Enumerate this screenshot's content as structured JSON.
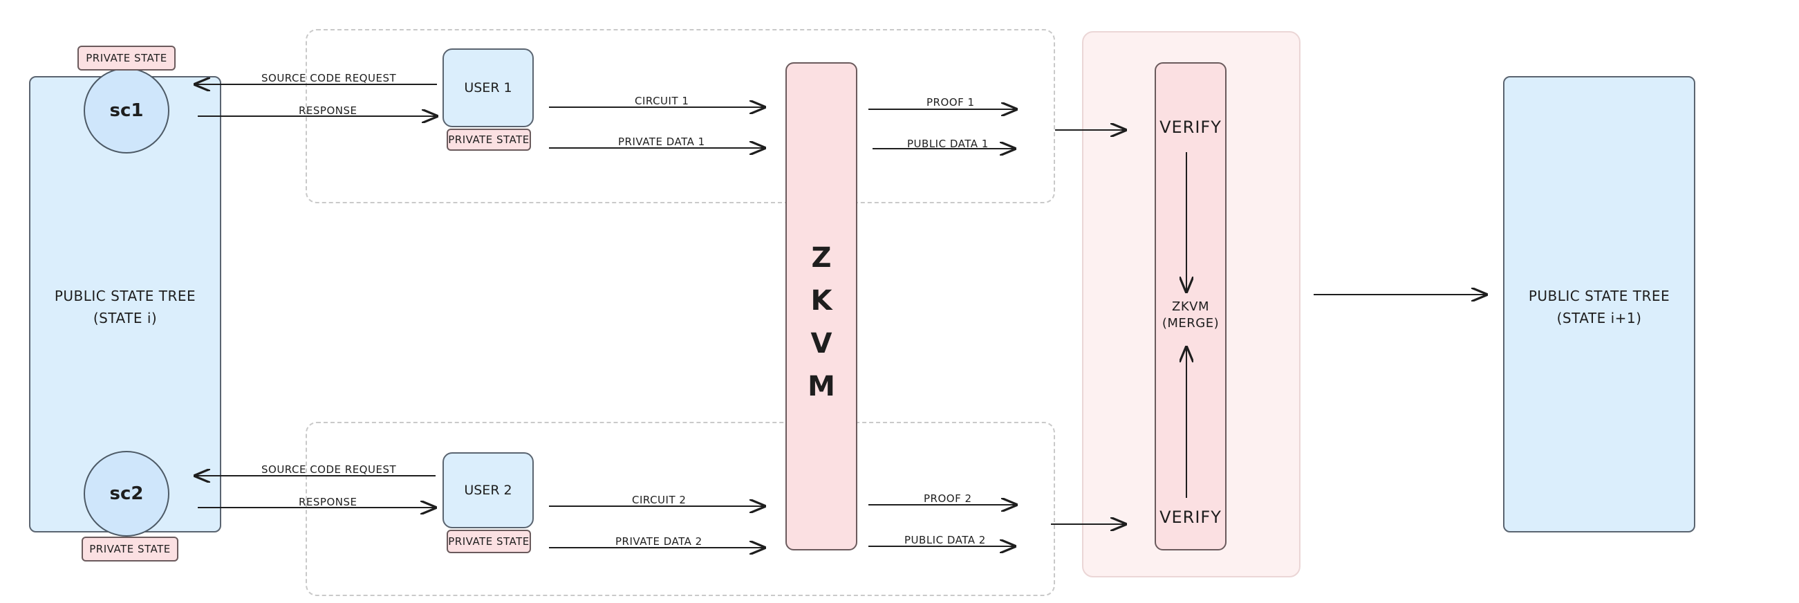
{
  "left_tree": {
    "line1": "PUBLIC STATE TREE",
    "line2": "(STATE i)"
  },
  "right_tree": {
    "line1": "PUBLIC STATE TREE",
    "line2": "(STATE i+1)"
  },
  "sc1": {
    "label": "sc1",
    "private_state": "PRIVATE STATE"
  },
  "sc2": {
    "label": "sc2",
    "private_state": "PRIVATE STATE"
  },
  "user1": {
    "label": "USER 1",
    "private_state": "PRIVATE STATE",
    "request": "SOURCE CODE REQUEST",
    "response": "RESPONSE",
    "circuit": "CIRCUIT 1",
    "private_data": "PRIVATE DATA 1",
    "proof": "PROOF 1",
    "public_data": "PUBLIC DATA 1"
  },
  "user2": {
    "label": "USER 2",
    "private_state": "PRIVATE STATE",
    "request": "SOURCE CODE REQUEST",
    "response": "RESPONSE",
    "circuit": "CIRCUIT 2",
    "private_data": "PRIVATE DATA 2",
    "proof": "PROOF 2",
    "public_data": "PUBLIC DATA 2"
  },
  "zkvm": {
    "letters": [
      "Z",
      "K",
      "V",
      "M"
    ]
  },
  "merge": {
    "verify_top": "VERIFY",
    "verify_bottom": "VERIFY",
    "line1": "ZKVM",
    "line2": "(MERGE)"
  }
}
